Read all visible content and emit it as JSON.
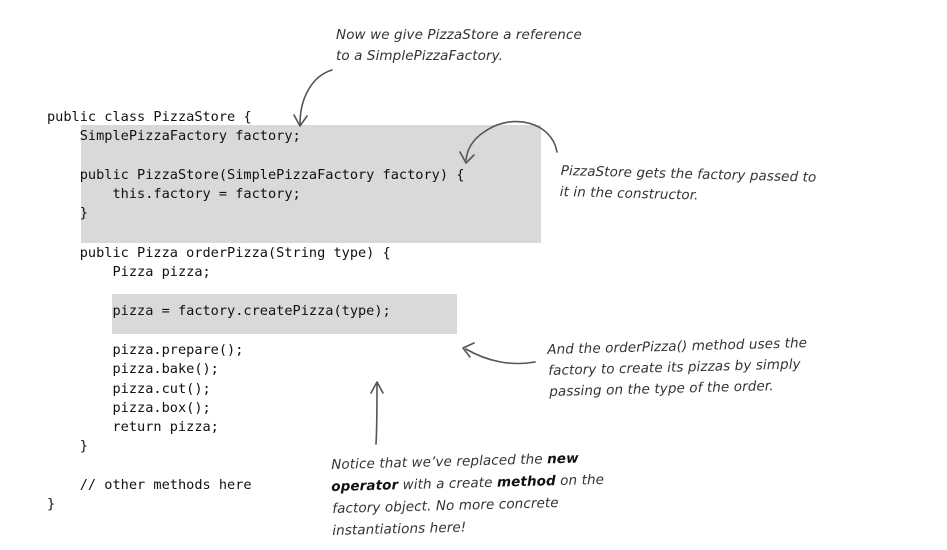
{
  "code": {
    "lines": [
      "public class PizzaStore {",
      "    SimplePizzaFactory factory;",
      "",
      "    public PizzaStore(SimplePizzaFactory factory) {",
      "        this.factory = factory;",
      "    }",
      "",
      "    public Pizza orderPizza(String type) {",
      "        Pizza pizza;",
      "",
      "        pizza = factory.createPizza(type);",
      "",
      "        pizza.prepare();",
      "        pizza.bake();",
      "        pizza.cut();",
      "        pizza.box();",
      "        return pizza;",
      "    }",
      "",
      "    // other methods here",
      "}"
    ]
  },
  "annotations": {
    "reference": {
      "line1": "Now we give PizzaStore a reference",
      "line2": "to a SimplePizzaFactory."
    },
    "constructor": {
      "line1": "PizzaStore gets the factory passed to",
      "line2": "it in the constructor."
    },
    "order_pizza": {
      "line1": "And the orderPizza() method uses the",
      "line2": "factory to create its pizzas by simply",
      "line3": "passing on the type of the order."
    },
    "notice": {
      "l1_text": "Notice that we’ve replaced the ",
      "l1_bold": "new",
      "l2_bold": "operator",
      "l2_text": " with a create ",
      "l2_bold2": "method",
      "l2_text2": " on the",
      "line3": "factory object.  No more concrete",
      "line4": "instantiations here!"
    }
  },
  "colors": {
    "highlight": "#d9d9d9",
    "code_text": "#111111",
    "note_text": "#333333"
  }
}
